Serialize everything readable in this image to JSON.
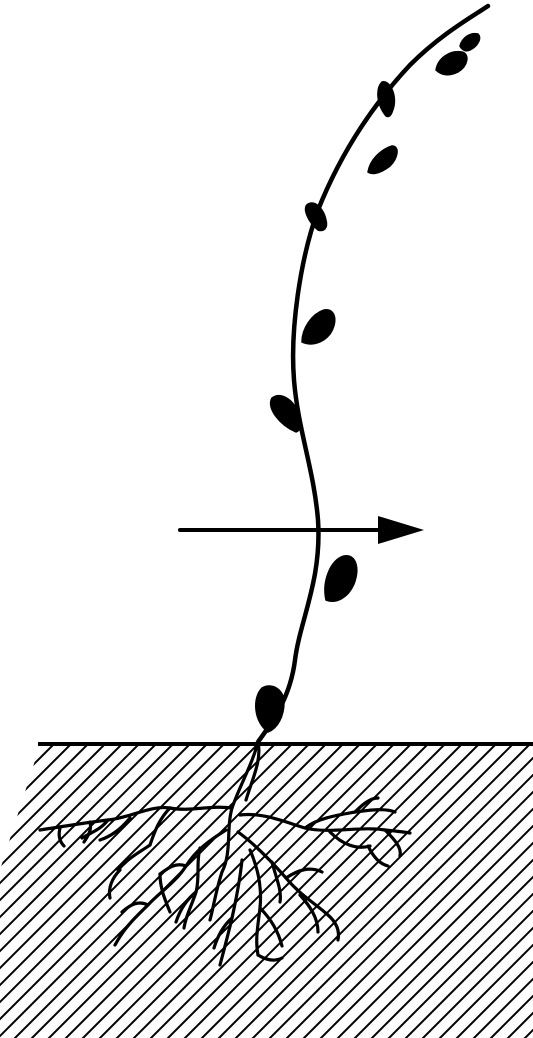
{
  "diagram": {
    "ink_color": "#000000",
    "background_color": "#ffffff",
    "components": [
      {
        "name": "cutting-stem"
      },
      {
        "name": "buds"
      },
      {
        "name": "ground-line"
      },
      {
        "name": "soil-hatching"
      },
      {
        "name": "roots"
      },
      {
        "name": "cut-mark-arrow"
      }
    ]
  }
}
